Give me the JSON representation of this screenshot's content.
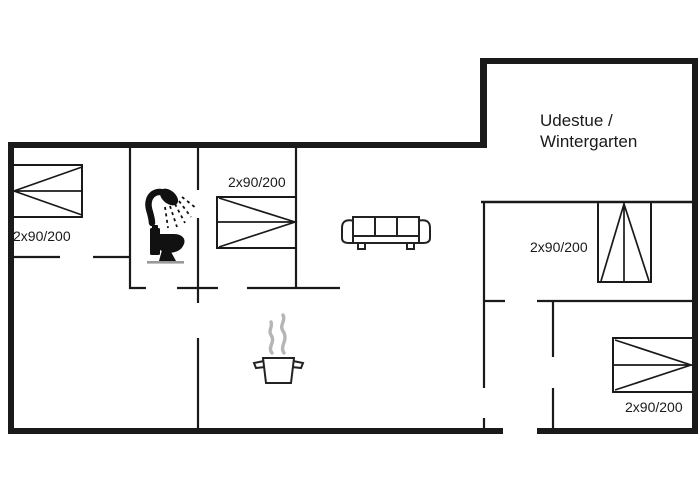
{
  "floorplan": {
    "rooms": {
      "wintergarten_line1": "Udestue /",
      "wintergarten_line2": "Wintergarten"
    },
    "bed_labels": {
      "bedroom_left": "2x90/200",
      "bedroom_middle": "2x90/200",
      "bedroom_right_upper": "2x90/200",
      "bedroom_right_lower": "2x90/200"
    },
    "icons": {
      "shower": "shower-icon",
      "toilet": "toilet-icon",
      "sofa": "sofa-icon",
      "pot": "cooking-pot-icon",
      "steam": "steam-icon",
      "beds": "double-bed-icon"
    },
    "colors": {
      "wall": "#1a1a1a",
      "icon": "#111111",
      "steam": "#b5b5b5",
      "floor_line": "#999999",
      "background": "#ffffff"
    }
  }
}
